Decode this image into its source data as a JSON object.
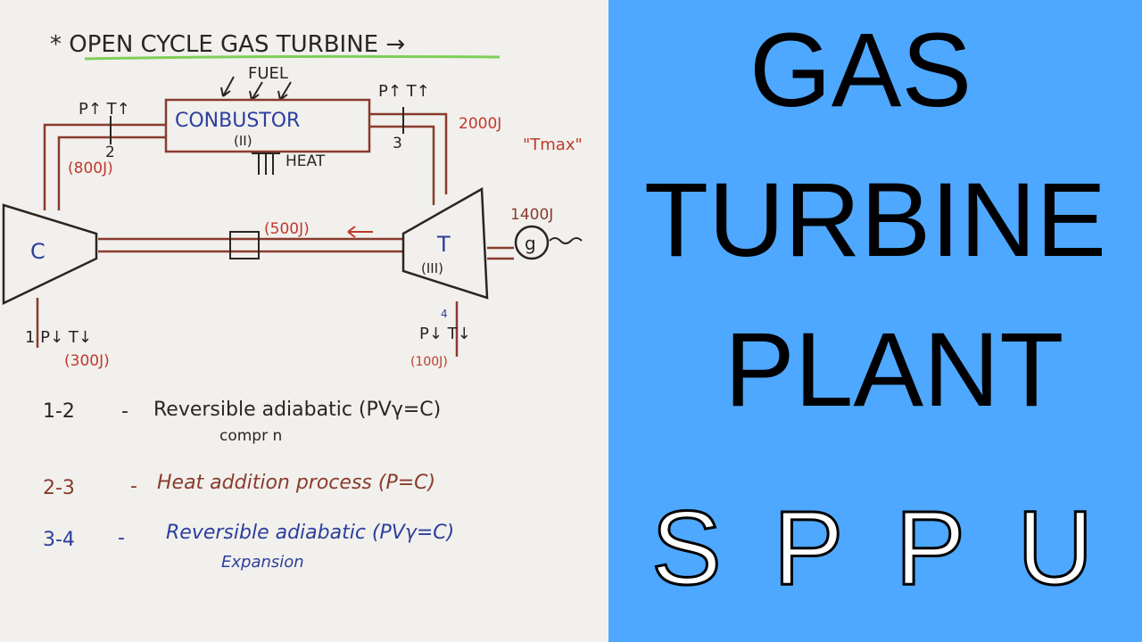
{
  "notes": {
    "title": "* OPEN CYCLE GAS TURBINE →",
    "fuel": "FUEL",
    "combustor": "CONBUSTOR",
    "combustor_num": "(II)",
    "heat": "HEAT",
    "p2_label": "P↑ T↑",
    "p3_label": "P↑ T↑",
    "state2": "2",
    "state3": "3",
    "energy2": "(800J)",
    "energy3": "2000J",
    "tmax": "\"Tmax\"",
    "compressor": "C",
    "turbine": "T",
    "turbine_num": "(III)",
    "generator": "g",
    "gen_energy": "1400J",
    "shaft_energy": "(500J)",
    "p1_label": "1 P↓ T↓",
    "energy1": "(300J)",
    "p4_label": "P↓ T↓",
    "state4": "4",
    "energy4": "(100J)",
    "proc1_num": "1-2",
    "proc1_dash": "-",
    "proc1_text": "Reversible adiabatic (PVγ=C)",
    "proc1_sub": "compr n",
    "proc2_num": "2-3",
    "proc2_dash": "-",
    "proc2_text": "Heat addition process (P=C)",
    "proc3_num": "3-4",
    "proc3_dash": "-",
    "proc3_text": "Reversible adiabatic (PVγ=C)",
    "proc3_sub": "Expansion"
  },
  "headline": {
    "line1": "GAS",
    "line2": "TURBINE",
    "line3": "PLANT",
    "line4": "SPPU"
  },
  "colors": {
    "ink_black": "#2a2522",
    "ink_brown": "#8a3b2e",
    "ink_red": "#c0392b",
    "ink_blue": "#2c3e9e",
    "highlight_green": "#7fcf5a",
    "panel_blue": "#4ea8ff"
  }
}
